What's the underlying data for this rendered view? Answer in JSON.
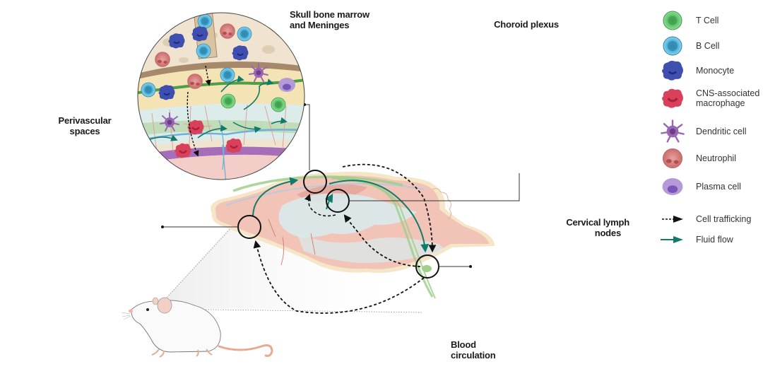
{
  "panels": {
    "skull": {
      "title_line1": "Skull bone marrow",
      "title_line2": "and Meninges"
    },
    "choroid": {
      "title": "Choroid plexus"
    },
    "perivascular": {
      "title_line1": "Perivascular",
      "title_line2": "spaces"
    },
    "lymph": {
      "title_line1": "Cervical lymph",
      "title_line2": "nodes"
    },
    "blood": {
      "title_line1": "Blood",
      "title_line2": "circulation"
    }
  },
  "legend": {
    "items": [
      {
        "icon": "t-cell-icon",
        "label": "T Cell",
        "color": "#5cc36a"
      },
      {
        "icon": "b-cell-icon",
        "label": "B Cell",
        "color": "#4fb3d9"
      },
      {
        "icon": "monocyte-icon",
        "label": "Monocyte",
        "color": "#3f4fb0"
      },
      {
        "icon": "macrophage-icon",
        "label_line1": "CNS-associated",
        "label_line2": "macrophage",
        "color": "#d9405a"
      },
      {
        "icon": "dendritic-cell-icon",
        "label": "Dendritic cell",
        "color": "#8e5aa8"
      },
      {
        "icon": "neutrophil-icon",
        "label": "Neutrophil",
        "color": "#d98080"
      },
      {
        "icon": "plasma-cell-icon",
        "label": "Plasma cell",
        "color": "#a98bd0"
      },
      {
        "icon": "cell-trafficking-arrow-icon",
        "label": "Cell trafficking",
        "color": "#111111"
      },
      {
        "icon": "fluid-flow-arrow-icon",
        "label": "Fluid flow",
        "color": "#127a6a"
      }
    ]
  },
  "colors": {
    "fluid_flow": "#127a6a",
    "trafficking": "#111111",
    "blood_vessel": "#b3262b",
    "vein": "#3a7cc0",
    "brain_tissue": "#f2c9c0",
    "csf": "#d9ecee"
  }
}
